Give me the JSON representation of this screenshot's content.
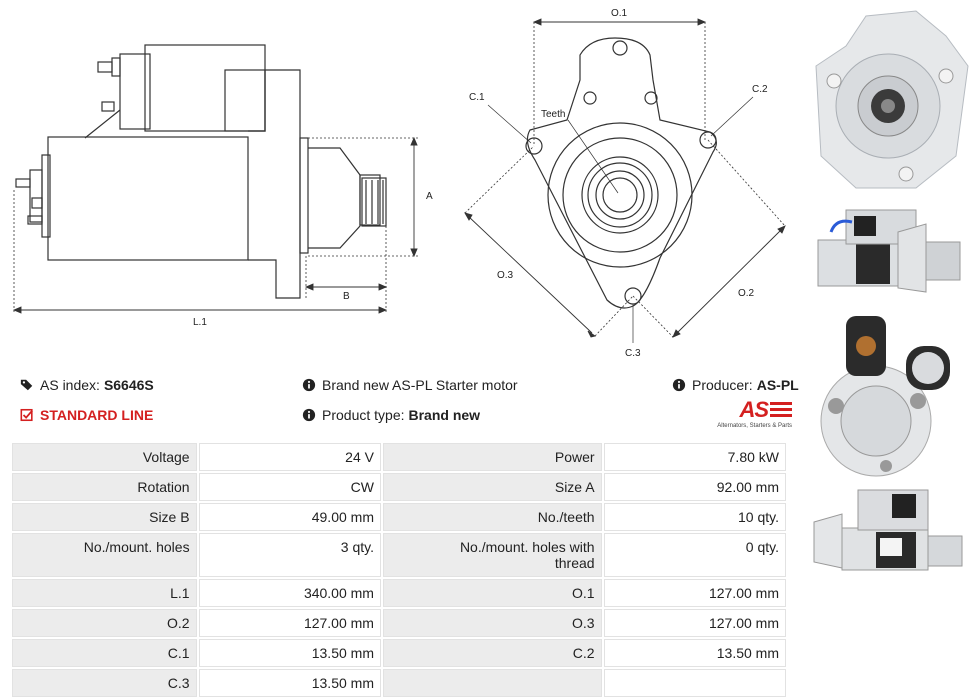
{
  "diagram": {
    "side_labels": {
      "a": "A",
      "b": "B",
      "l1": "L.1"
    },
    "front_labels": {
      "o1": "O.1",
      "o2": "O.2",
      "o3": "O.3",
      "c1": "C.1",
      "c2": "C.2",
      "c3": "C.3",
      "teeth": "Teeth"
    }
  },
  "info": {
    "as_index_label": "AS index:",
    "as_index_value": "S6646S",
    "standard_line": "STANDARD LINE",
    "brand_text": "Brand new AS-PL Starter motor",
    "product_type_label": "Product type:",
    "product_type_value": "Brand new",
    "producer_label": "Producer:",
    "producer_value": "AS-PL",
    "logo_text": "AS",
    "logo_tagline": "Alternators, Starters & Parts"
  },
  "colors": {
    "accent": "#d42020",
    "label_bg": "#ececec",
    "line": "#333333"
  },
  "specs": [
    [
      "Voltage",
      "24 V",
      "Power",
      "7.80 kW"
    ],
    [
      "Rotation",
      "CW",
      "Size A",
      "92.00 mm"
    ],
    [
      "Size B",
      "49.00 mm",
      "No./teeth",
      "10 qty."
    ],
    [
      "No./mount. holes",
      "3 qty.",
      "No./mount. holes with thread",
      "0 qty."
    ],
    [
      "L.1",
      "340.00 mm",
      "O.1",
      "127.00 mm"
    ],
    [
      "O.2",
      "127.00 mm",
      "O.3",
      "127.00 mm"
    ],
    [
      "C.1",
      "13.50 mm",
      "C.2",
      "13.50 mm"
    ],
    [
      "C.3",
      "13.50 mm",
      "",
      ""
    ]
  ]
}
